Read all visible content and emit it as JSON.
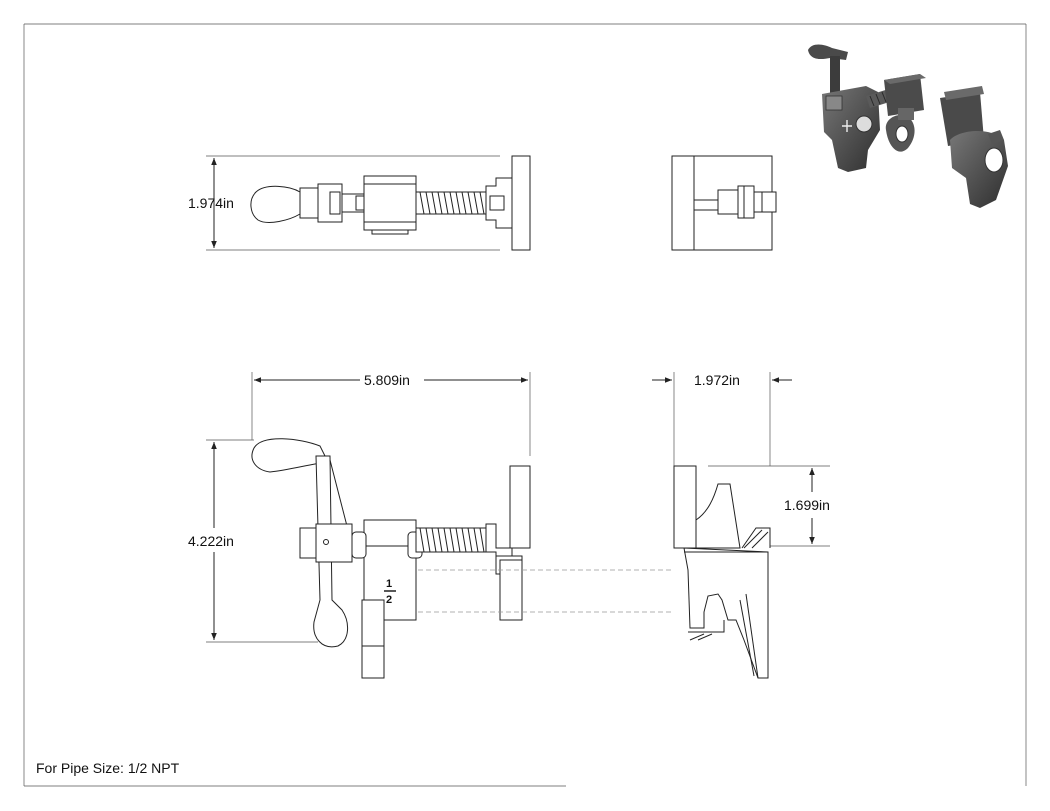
{
  "dimensions": {
    "top_height": "1.974in",
    "length": "5.809in",
    "side_width": "1.972in",
    "front_height": "4.222in",
    "jaw_height": "1.699in"
  },
  "fraction": {
    "numerator": "1",
    "denominator": "2"
  },
  "note": "For Pipe Size: 1/2 NPT",
  "colors": {
    "line": "#222222",
    "render_dark": "#3a3a3a",
    "render_mid": "#5a5a5a"
  }
}
